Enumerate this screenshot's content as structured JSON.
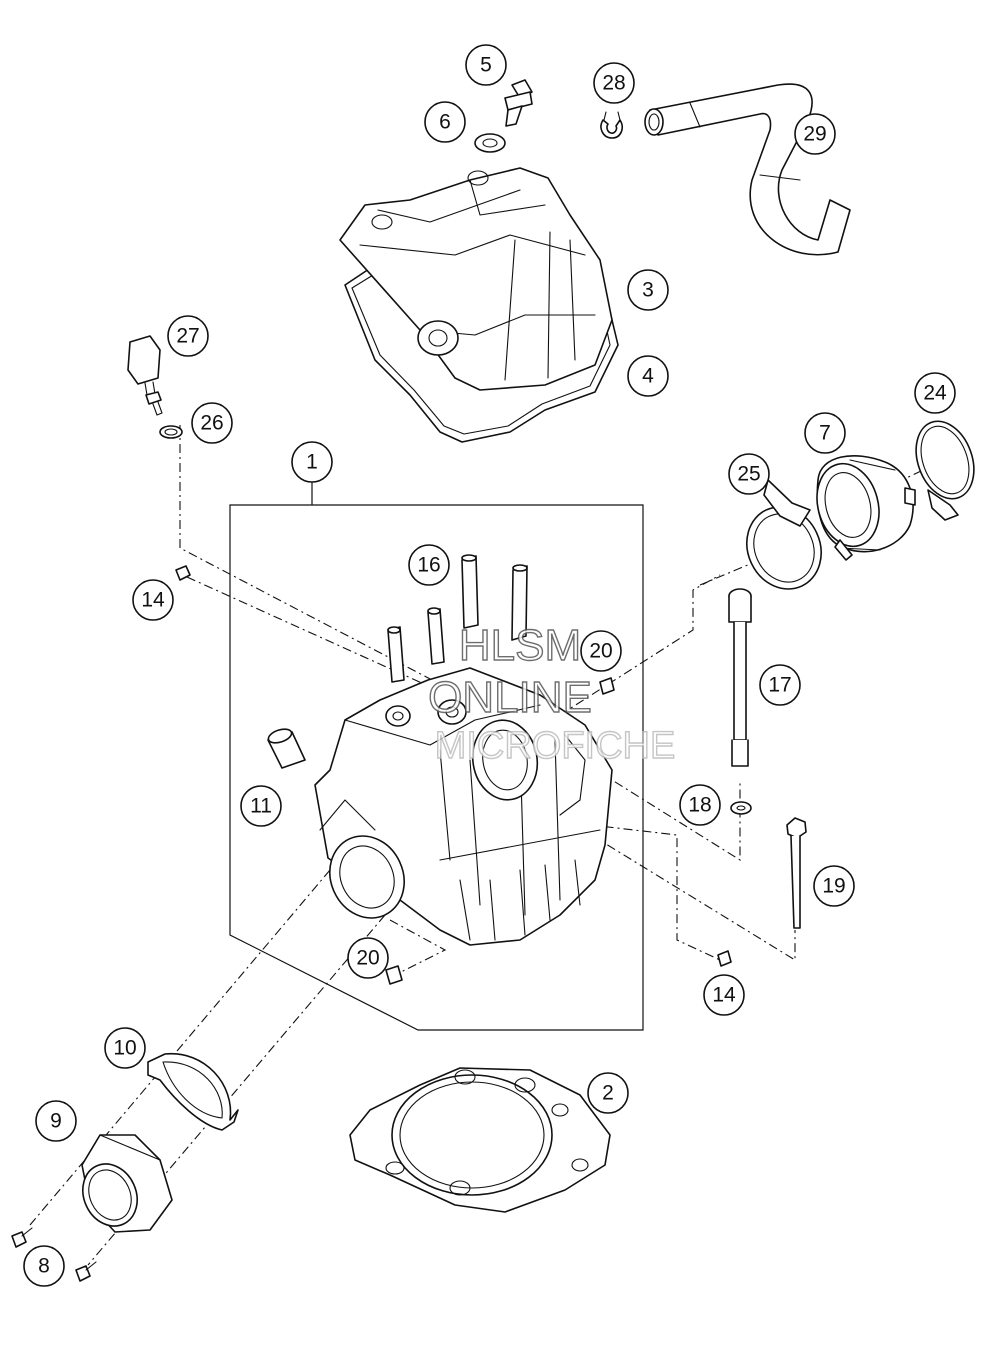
{
  "watermark": {
    "line1": "HLSM",
    "line2": "ONLINE",
    "line3": "MICROFICHE"
  },
  "callouts": [
    {
      "id": "1",
      "label": "1"
    },
    {
      "id": "2",
      "label": "2"
    },
    {
      "id": "3",
      "label": "3"
    },
    {
      "id": "4",
      "label": "4"
    },
    {
      "id": "5",
      "label": "5"
    },
    {
      "id": "6",
      "label": "6"
    },
    {
      "id": "7",
      "label": "7"
    },
    {
      "id": "8",
      "label": "8"
    },
    {
      "id": "9",
      "label": "9"
    },
    {
      "id": "10",
      "label": "10"
    },
    {
      "id": "11",
      "label": "11"
    },
    {
      "id": "14a",
      "label": "14"
    },
    {
      "id": "14b",
      "label": "14"
    },
    {
      "id": "16",
      "label": "16"
    },
    {
      "id": "17",
      "label": "17"
    },
    {
      "id": "18",
      "label": "18"
    },
    {
      "id": "19",
      "label": "19"
    },
    {
      "id": "20a",
      "label": "20"
    },
    {
      "id": "20b",
      "label": "20"
    },
    {
      "id": "24",
      "label": "24"
    },
    {
      "id": "25",
      "label": "25"
    },
    {
      "id": "26",
      "label": "26"
    },
    {
      "id": "27",
      "label": "27"
    },
    {
      "id": "28",
      "label": "28"
    },
    {
      "id": "29",
      "label": "29"
    }
  ]
}
